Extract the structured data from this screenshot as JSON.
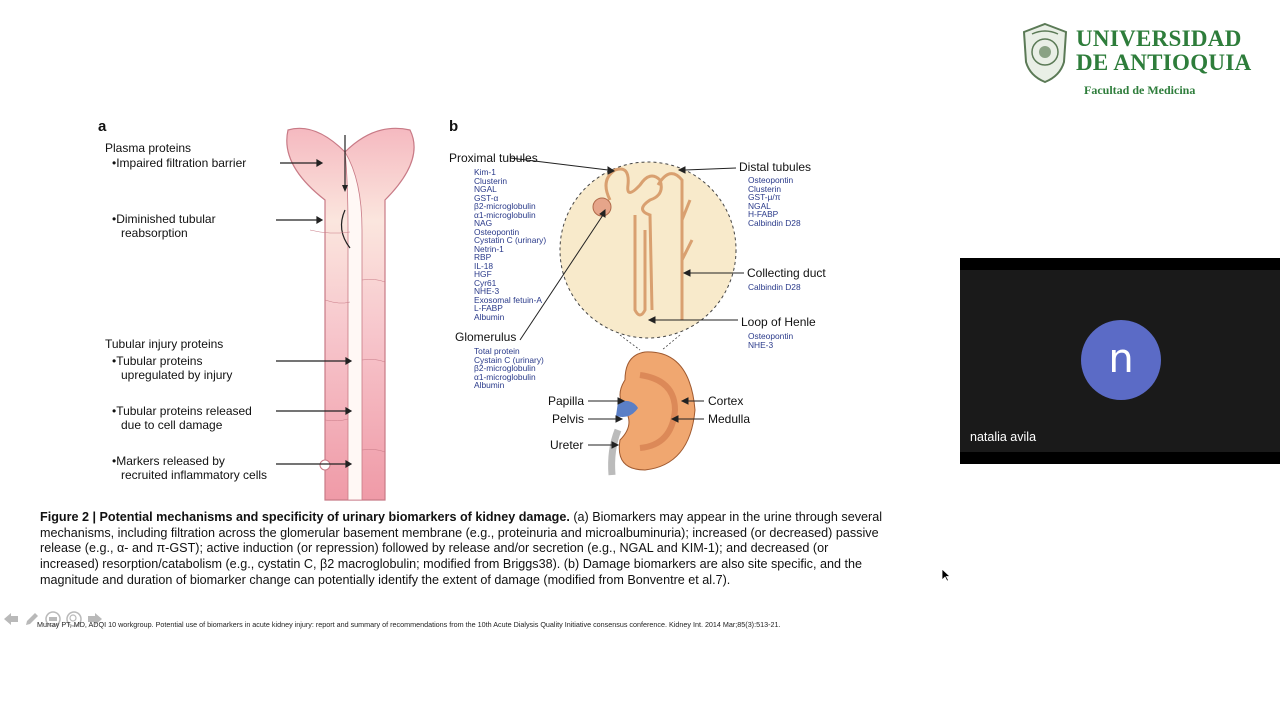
{
  "logo": {
    "line1": "UNIVERSIDAD",
    "line2": "DE ANTIOQUIA",
    "faculty": "Facultad de Medicina"
  },
  "figure": {
    "panel_a": {
      "label": "a",
      "plasma_heading": "Plasma proteins",
      "impaired": "Impaired filtration barrier",
      "diminished_1": "Diminished tubular",
      "diminished_2": "reabsorption",
      "tubular_heading": "Tubular injury proteins",
      "upreg_1": "Tubular proteins",
      "upreg_2": "upregulated by injury",
      "released_1": "Tubular proteins released",
      "released_2": "due to cell damage",
      "markers_1": "Markers released by",
      "markers_2": "recruited inflammatory cells"
    },
    "panel_b": {
      "label": "b",
      "proximal": "Proximal tubules",
      "proximal_list": [
        "Kim-1",
        "Clusterin",
        "NGAL",
        "GST-α",
        "β2-microglobulin",
        "α1-microglobulin",
        "NAG",
        "Osteopontin",
        "Cystatin C (urinary)",
        "Netrin-1",
        "RBP",
        "IL-18",
        "HGF",
        "Cyr61",
        "NHE-3",
        "Exosomal fetuin-A",
        "L-FABP",
        "Albumin"
      ],
      "distal": "Distal tubules",
      "distal_list": [
        "Osteopontin",
        "Clusterin",
        "GST-μ/π",
        "NGAL",
        "H-FABP",
        "Calbindin D28"
      ],
      "collecting": "Collecting duct",
      "collecting_list": [
        "Calbindin D28"
      ],
      "henle": "Loop of Henle",
      "henle_list": [
        "Osteopontin",
        "NHE-3"
      ],
      "glomerulus": "Glomerulus",
      "glomerulus_list": [
        "Total protein",
        "Cystain C (urinary)",
        "β2-microglobulin",
        "α1-microglobulin",
        "Albumin"
      ],
      "papilla": "Papilla",
      "pelvis": "Pelvis",
      "ureter": "Ureter",
      "cortex": "Cortex",
      "medulla": "Medulla"
    }
  },
  "caption": {
    "title": "Figure 2 | Potential mechanisms and specificity of urinary biomarkers of kidney damage.",
    "body": "(a) Biomarkers may appear in the urine through several mechanisms, including filtration across the glomerular basement membrane (e.g., proteinuria and microalbuminuria); increased (or decreased) passive release (e.g., α- and π-GST); active induction (or repression) followed by release and/or secretion (e.g., NGAL and KIM-1); and decreased (or increased) resorption/catabolism (e.g., cystatin C, β2 macroglobulin; modified from Briggs38). (b) Damage biomarkers are also site specific, and the magnitude and duration of biomarker change can potentially identify the extent of damage (modified from Bonventre et al.7)."
  },
  "citation": "Murray PT, MD, ADQI 10 workgroup. Potential use of biomarkers in acute kidney injury: report and summary of recommendations from the 10th Acute Dialysis Quality Initiative consensus conference. Kidney Int. 2014 Mar;85(3):513-21.",
  "toolbar": {
    "icons": [
      "back-arrow-icon",
      "pen-icon",
      "slides-icon",
      "zoom-icon",
      "forward-arrow-icon"
    ]
  },
  "video": {
    "avatar_letter": "n",
    "participant_name": "natalia avila",
    "avatar_color": "#5b6bc6"
  },
  "colors": {
    "logo_green": "#2e7d3b",
    "biomarker_blue": "#2a3a8a",
    "tubule_pink": "#f1a3ad"
  }
}
